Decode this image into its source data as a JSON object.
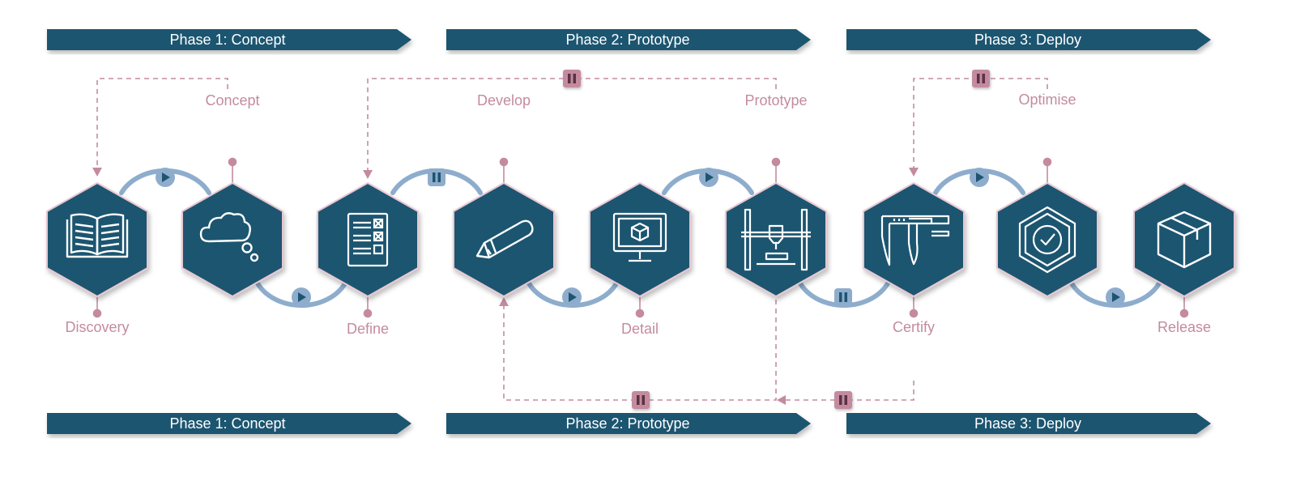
{
  "colors": {
    "navy": "#1f5470",
    "pink": "#c48b9f",
    "blue": "#8eadcd",
    "white": "#ffffff"
  },
  "phases": [
    {
      "label": "Phase 1: Concept"
    },
    {
      "label": "Phase 2: Prototype"
    },
    {
      "label": "Phase 3: Deploy"
    }
  ],
  "steps": [
    {
      "label": "Discovery",
      "icon": "book-icon"
    },
    {
      "label": "",
      "icon": "thought-bubble-icon"
    },
    {
      "label": "Define",
      "icon": "checklist-icon"
    },
    {
      "label": "",
      "icon": "pencil-icon"
    },
    {
      "label": "Detail",
      "icon": "monitor-cube-icon"
    },
    {
      "label": "",
      "icon": "3d-printer-icon"
    },
    {
      "label": "Certify",
      "icon": "caliper-icon"
    },
    {
      "label": "",
      "icon": "certified-hexagon-icon"
    },
    {
      "label": "Release",
      "icon": "package-box-icon"
    }
  ],
  "loops": [
    {
      "label": "Concept"
    },
    {
      "label": "Develop"
    },
    {
      "label": "Prototype"
    },
    {
      "label": "Optimise"
    }
  ],
  "connectors": [
    {
      "icon": "play-icon"
    },
    {
      "icon": "play-icon"
    },
    {
      "icon": "pause-icon"
    },
    {
      "icon": "play-icon"
    },
    {
      "icon": "play-icon"
    },
    {
      "icon": "pause-icon"
    },
    {
      "icon": "play-icon"
    },
    {
      "icon": "play-icon"
    }
  ]
}
